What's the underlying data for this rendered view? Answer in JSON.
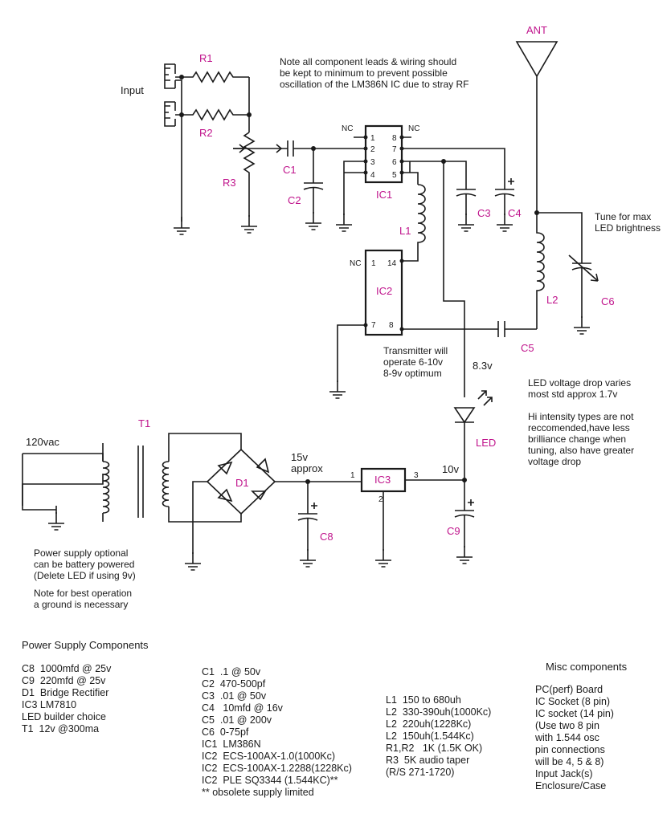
{
  "notes": {
    "top": "Note all component leads & wiring should\nbe kept to minimum to prevent possible\noscillation of the LM386N IC due to stray RF",
    "tune": "Tune for max\nLED brightness",
    "transmitter": "Transmitter will\noperate 6-10v\n8-9v optimum",
    "led_drop": "LED voltage drop varies\nmost std approx 1.7v",
    "hi_intensity": "Hi intensity types are not\nreccomended,have less\nbrilliance change when\ntuning, also have greater\nvoltage drop",
    "power_optional": "Power supply optional\ncan be battery powered\n(Delete LED if using 9v)",
    "ground": "Note for best operation\na ground is necessary"
  },
  "labels": {
    "input": "Input",
    "ant": "ANT",
    "vac": "120vac",
    "v15": "15v",
    "approx": "approx",
    "v10": "10v",
    "v83": "8.3v",
    "nc": "NC"
  },
  "refs": {
    "r1": "R1",
    "r2": "R2",
    "r3": "R3",
    "c1": "C1",
    "c2": "C2",
    "c3": "C3",
    "c4": "C4",
    "c5": "C5",
    "c6": "C6",
    "c8": "C8",
    "c9": "C9",
    "ic1": "IC1",
    "ic2": "IC2",
    "ic3": "IC3",
    "l1": "L1",
    "l2": "L2",
    "t1": "T1",
    "d1": "D1",
    "led": "LED"
  },
  "pins": {
    "ic1": [
      "1",
      "2",
      "3",
      "4",
      "8",
      "7",
      "6",
      "5"
    ],
    "ic2": [
      "1",
      "7",
      "14",
      "8"
    ],
    "ic3": [
      "1",
      "2",
      "3"
    ]
  },
  "power_supply_components": {
    "title": "Power Supply Components",
    "items": [
      "C8  1000mfd @ 25v",
      "C9  220mfd @ 25v",
      "D1  Bridge Rectifier",
      "IC3 LM7810",
      "LED builder choice",
      "T1  12v @300ma"
    ]
  },
  "c_ic_components": {
    "items": [
      "C1  .1 @ 50v",
      "C2  470-500pf",
      "C3  .01 @ 50v",
      "C4   10mfd @ 16v",
      "C5  .01 @ 200v",
      "C6  0-75pf",
      "IC1  LM386N",
      "IC2  ECS-100AX-1.0(1000Kc)",
      "IC2  ECS-100AX-1.2288(1228Kc)",
      "IC2  PLE SQ3344 (1.544KC)**",
      "** obsolete supply limited"
    ]
  },
  "l_r_components": {
    "items": [
      "L1  150 to 680uh",
      "L2  330-390uh(1000Kc)",
      "L2  220uh(1228Kc)",
      "L2  150uh(1.544Kc)",
      "R1,R2   1K (1.5K OK)",
      "R3  5K audio taper",
      "(R/S 271-1720)"
    ]
  },
  "misc_components": {
    "title": "Misc components",
    "items": [
      "PC(perf) Board",
      "IC Socket (8 pin)",
      "IC socket (14 pin)",
      "(Use two 8 pin",
      "with 1.544 osc",
      "pin connections",
      "will be 4, 5 & 8)",
      "Input Jack(s)",
      "Enclosure/Case"
    ]
  }
}
